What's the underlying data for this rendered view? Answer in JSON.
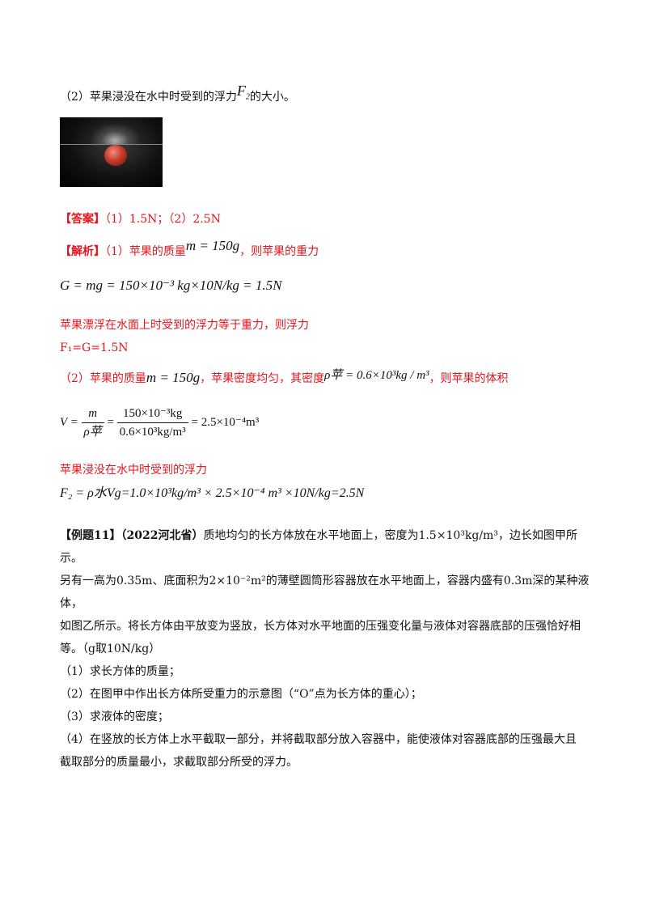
{
  "q2": {
    "prefix": "（2）苹果浸没在水中时受到的浮力",
    "var": "F",
    "sub": "2",
    "suffix": "的大小。"
  },
  "answer": {
    "tag": "【答案】",
    "text": "（1）1.5N；（2）2.5N"
  },
  "analysis": {
    "tag": "【解析】",
    "text1": "（1）苹果的质量",
    "m_eq": "m = 150g",
    "text2": "，则苹果的重力"
  },
  "eq_G": "G = mg = 150×10⁻³ kg×10N/kg = 1.5N",
  "float_text": "苹果漂浮在水面上时受到的浮力等于重力，则浮力",
  "f1_eq": "F₁=G=1.5N",
  "part2": {
    "text1": "（2）苹果的质量",
    "m_eq": "m = 150g",
    "text2": "，苹果密度均匀，其密度",
    "rho_eq": "ρ苹 = 0.6×10³kg / m³",
    "text3": "，则苹果的体积"
  },
  "eq_V": {
    "lhs": "V =",
    "num1": "m",
    "den1": "ρ苹",
    "num2": "150×10⁻³kg",
    "den2": "0.6×10³kg/m³",
    "rhs": "= 2.5×10⁻⁴m³"
  },
  "immerse_text": "苹果浸没在水中时受到的浮力",
  "eq_F2": "F₂ = ρ水Vg=1.0×10³kg/m³ × 2.5×10⁻⁴ m³ ×10N/kg=2.5N",
  "example": {
    "tag": "【例题11】",
    "source": "（2022河北省）",
    "line1": "质地均匀的长方体放在水平地面上，密度为1.5×10³kg/m³，边长如图甲所示。",
    "line2": "另有一高为0.35m、底面积为2×10⁻²m²的薄壁圆筒形容器放在水平地面上，容器内盛有0.3m深的某种液体，",
    "line3": "如图乙所示。将长方体由平放变为竖放，长方体对水平地面的压强变化量与液体对容器底部的压强恰好相",
    "line4": "等。（g取10N/kg）",
    "q1": "（1）求长方体的质量；",
    "q2": "（2）在图甲中作出长方体所受重力的示意图（“O”点为长方体的重心）；",
    "q3": "（3）求液体的密度；",
    "q4a": "（4）在竖放的长方体上水平截取一部分，并将截取部分放入容器中，能使液体对容器底部的压强最大且",
    "q4b": "截取部分的质量最小，求截取部分所受的浮力。"
  }
}
